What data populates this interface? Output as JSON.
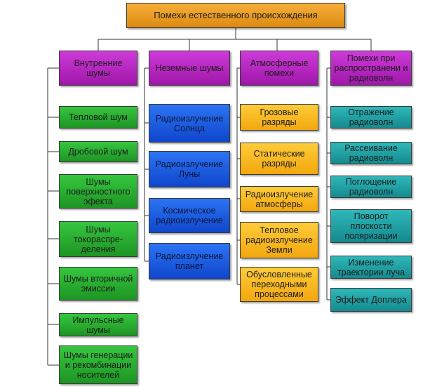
{
  "root": {
    "label": "Помехи естественного происхождения",
    "color": "#f0a020"
  },
  "columns": [
    {
      "header": "Внутренние шумы",
      "color": "#b81fc2",
      "items": [
        "Тепловой шум",
        "Дробовой шум",
        "Шумы поверхностного эфекта",
        "Шумы токораспре-деления",
        "Шумы вторичной эмиссии",
        "Импульсные шумы",
        "Шумы генерации и рекомбинации носителей"
      ]
    },
    {
      "header": "Неземные шумы",
      "color": "#b81fc2",
      "items": [
        "Радиоизлучение Солнца",
        "Радиоизлучение Луны",
        "Космическое радиоизлучение",
        "Радиоизлучение планет"
      ]
    },
    {
      "header": "Атмосферные помехи",
      "color": "#b81fc2",
      "items": [
        "Грозовые разряды",
        "Статические разряды",
        "Радиоизлучение атмосферы",
        "Тепловое радиоизлучение Земли",
        "Обусловленные переходными процессами"
      ]
    },
    {
      "header": "Помехи при распространени и радиоволн",
      "color": "#b81fc2",
      "items": [
        "Отражение радиоволн",
        "Рассеивание радиоволн",
        "Поглощение радиоволн",
        "Поворот плоскости поляризации",
        "Изменение траектории луча",
        "Эффект Доплера"
      ]
    }
  ]
}
